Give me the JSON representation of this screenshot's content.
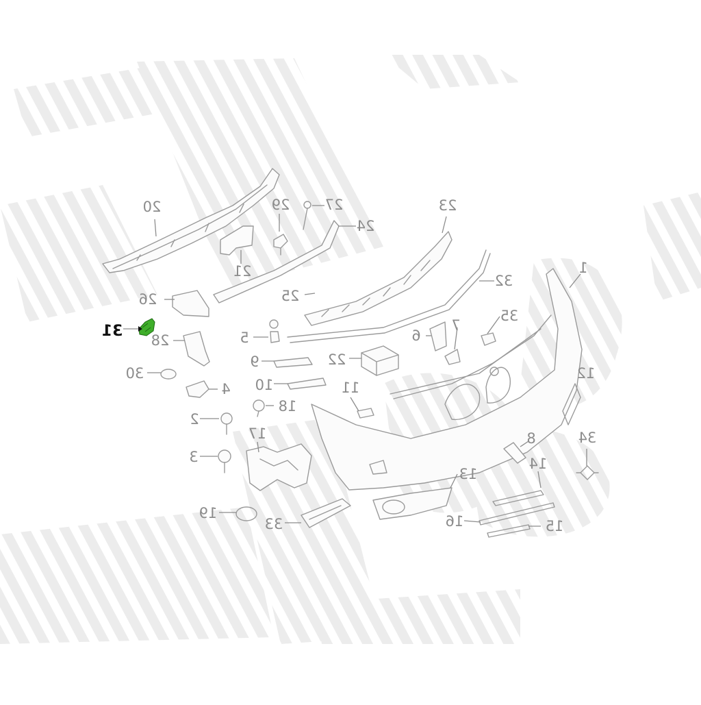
{
  "diagram": {
    "highlight_color": "#3fae2a",
    "line_color": "#9a9a9a",
    "watermark_color": "#e9e9e9",
    "highlighted_part": "31",
    "callouts": [
      {
        "id": "c1",
        "label": "1"
      },
      {
        "id": "c2",
        "label": "2"
      },
      {
        "id": "c3",
        "label": "3"
      },
      {
        "id": "c4",
        "label": "4"
      },
      {
        "id": "c5",
        "label": "5"
      },
      {
        "id": "c6",
        "label": "6"
      },
      {
        "id": "c7",
        "label": "7"
      },
      {
        "id": "c8",
        "label": "8"
      },
      {
        "id": "c9",
        "label": "9"
      },
      {
        "id": "c10",
        "label": "10"
      },
      {
        "id": "c11",
        "label": "11"
      },
      {
        "id": "c12",
        "label": "12"
      },
      {
        "id": "c13",
        "label": "13"
      },
      {
        "id": "c14",
        "label": "14"
      },
      {
        "id": "c15",
        "label": "15"
      },
      {
        "id": "c16",
        "label": "16"
      },
      {
        "id": "c17",
        "label": "17"
      },
      {
        "id": "c18",
        "label": "18"
      },
      {
        "id": "c19",
        "label": "19"
      },
      {
        "id": "c20",
        "label": "20"
      },
      {
        "id": "c21",
        "label": "21"
      },
      {
        "id": "c22",
        "label": "22"
      },
      {
        "id": "c23",
        "label": "23"
      },
      {
        "id": "c24",
        "label": "24"
      },
      {
        "id": "c25",
        "label": "25"
      },
      {
        "id": "c26",
        "label": "26"
      },
      {
        "id": "c27",
        "label": "27"
      },
      {
        "id": "c28",
        "label": "28"
      },
      {
        "id": "c29",
        "label": "29"
      },
      {
        "id": "c30",
        "label": "30"
      },
      {
        "id": "c31",
        "label": "31"
      },
      {
        "id": "c32",
        "label": "32"
      },
      {
        "id": "c33",
        "label": "33"
      },
      {
        "id": "c34",
        "label": "34"
      },
      {
        "id": "c35",
        "label": "35"
      }
    ]
  }
}
